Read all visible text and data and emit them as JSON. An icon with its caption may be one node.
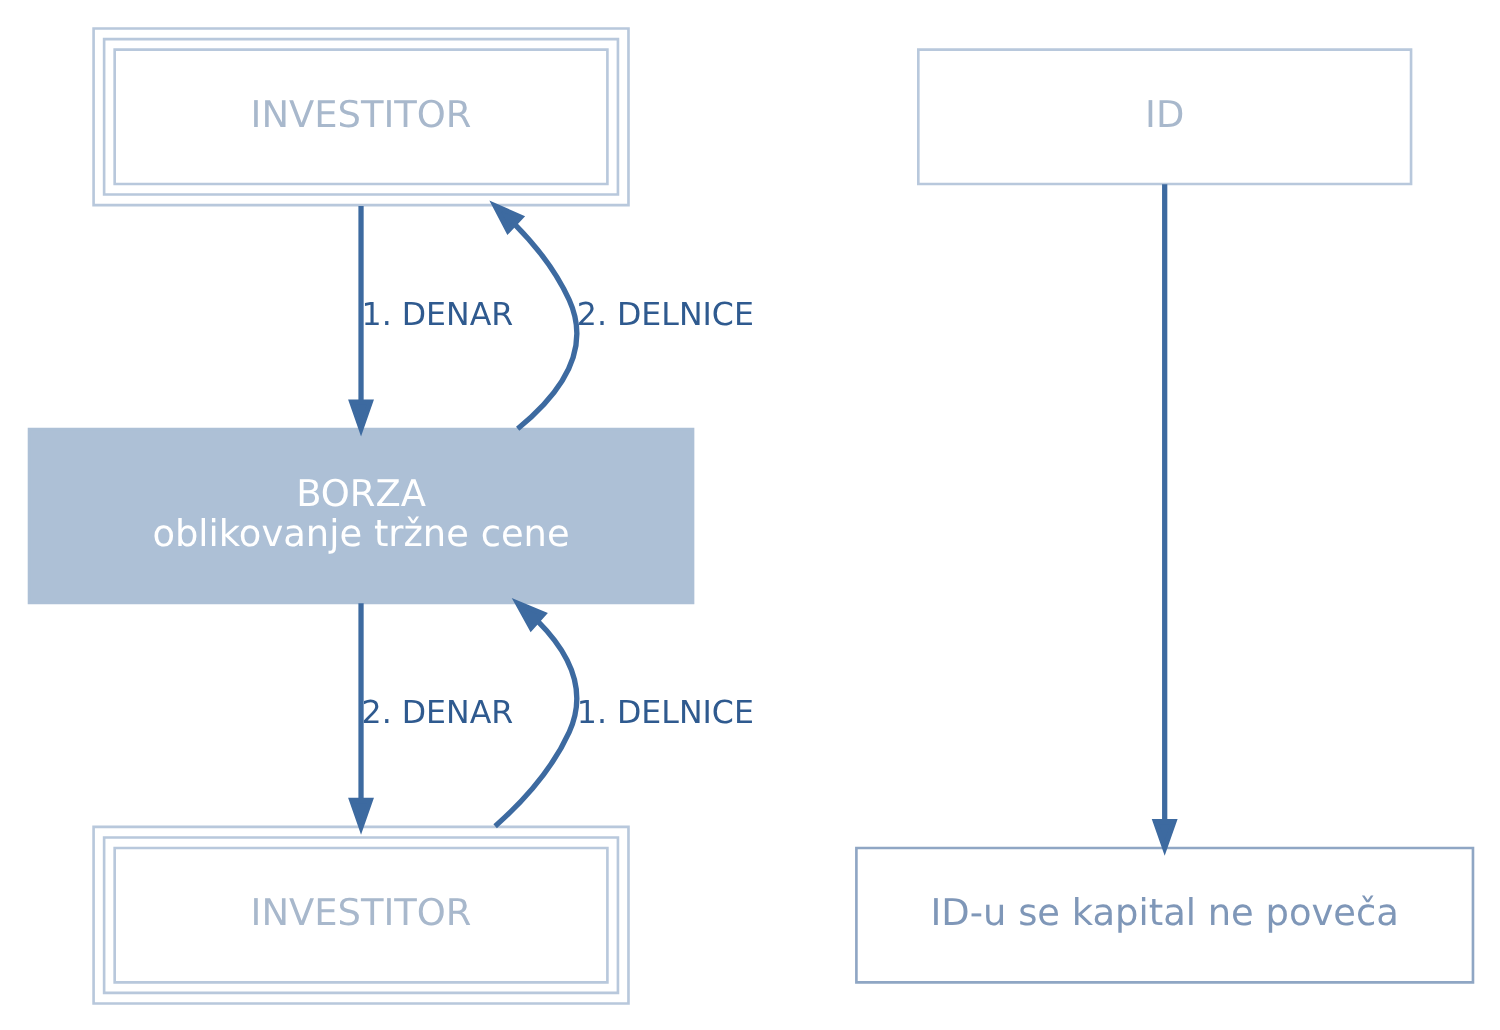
{
  "diagram": {
    "nodes": [
      {
        "text": [
          "INVESTITOR"
        ]
      },
      {
        "text": [
          "ID"
        ]
      },
      {
        "text": [
          "BORZA",
          "oblikovanje tržne cene"
        ]
      },
      {
        "text": [
          "INVESTITOR"
        ]
      },
      {
        "text": [
          "ID-u se kapital ne poveča"
        ]
      }
    ],
    "edges": [
      {
        "from": 0,
        "to": 2,
        "arrow": "to",
        "label": "1. DENAR"
      },
      {
        "from": 2,
        "to": 0,
        "arrow": "to",
        "label": "2. DELNICE"
      },
      {
        "from": 2,
        "to": 3,
        "arrow": "to",
        "label": "2. DENAR"
      },
      {
        "from": 3,
        "to": 2,
        "arrow": "to",
        "label": "1. DELNICE"
      },
      {
        "from": 1,
        "to": 4,
        "arrow": "to"
      }
    ]
  }
}
